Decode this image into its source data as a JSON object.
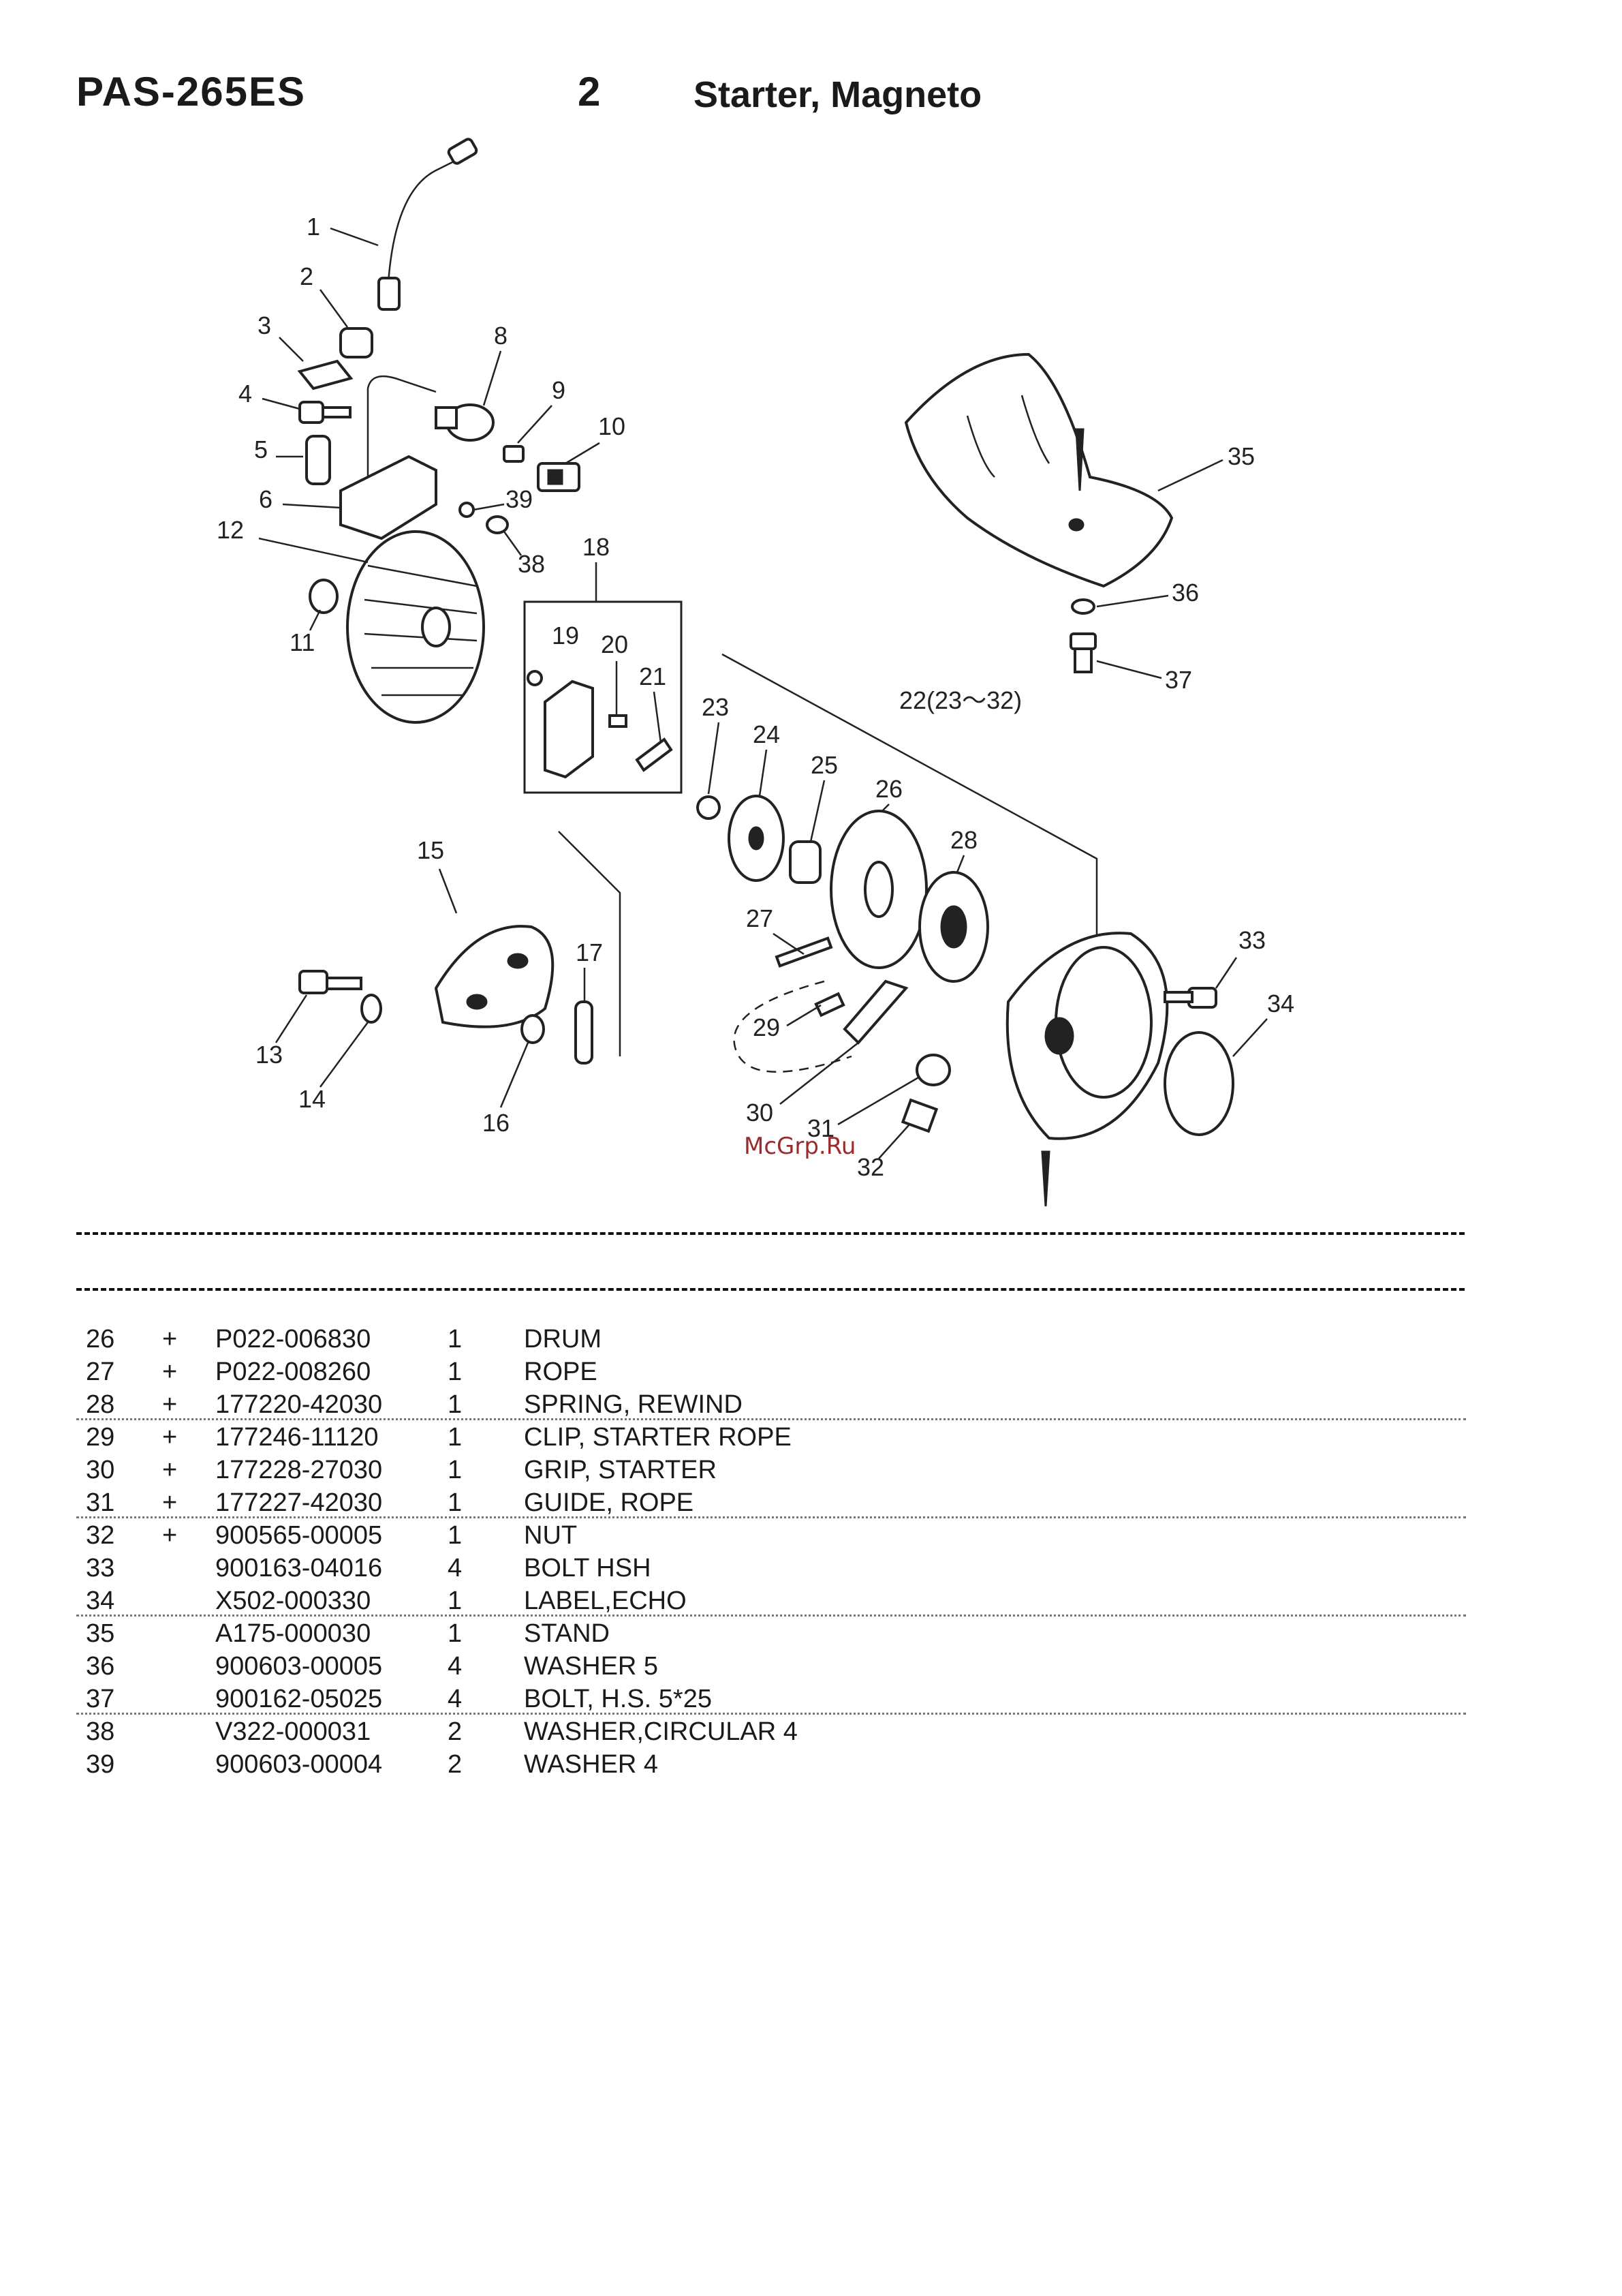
{
  "header": {
    "model": "PAS-265ES",
    "section_number": "2",
    "section_title": "Starter, Magneto"
  },
  "diagram": {
    "callouts": [
      "1",
      "2",
      "3",
      "4",
      "5",
      "6",
      "8",
      "9",
      "10",
      "12",
      "11",
      "18",
      "19",
      "20",
      "21",
      "39",
      "38",
      "15",
      "17",
      "13",
      "14",
      "16",
      "23",
      "24",
      "25",
      "26",
      "22(23～32)",
      "28",
      "27",
      "29",
      "30",
      "31",
      "32",
      "33",
      "34",
      "35",
      "36",
      "37"
    ]
  },
  "watermark": "McGrp.Ru",
  "parts_table": {
    "rows": [
      {
        "no": "26",
        "mark": "+",
        "part_number": "P022-006830",
        "qty": "1",
        "description": "DRUM"
      },
      {
        "no": "27",
        "mark": "+",
        "part_number": "P022-008260",
        "qty": "1",
        "description": "ROPE"
      },
      {
        "no": "28",
        "mark": "+",
        "part_number": "177220-42030",
        "qty": "1",
        "description": "SPRING, REWIND"
      },
      {
        "no": "29",
        "mark": "+",
        "part_number": "177246-11120",
        "qty": "1",
        "description": "CLIP, STARTER ROPE"
      },
      {
        "no": "30",
        "mark": "+",
        "part_number": "177228-27030",
        "qty": "1",
        "description": "GRIP, STARTER"
      },
      {
        "no": "31",
        "mark": "+",
        "part_number": "177227-42030",
        "qty": "1",
        "description": "GUIDE, ROPE"
      },
      {
        "no": "32",
        "mark": "+",
        "part_number": "900565-00005",
        "qty": "1",
        "description": "NUT"
      },
      {
        "no": "33",
        "mark": "",
        "part_number": "900163-04016",
        "qty": "4",
        "description": "BOLT HSH"
      },
      {
        "no": "34",
        "mark": "",
        "part_number": "X502-000330",
        "qty": "1",
        "description": "LABEL,ECHO"
      },
      {
        "no": "35",
        "mark": "",
        "part_number": "A175-000030",
        "qty": "1",
        "description": "STAND"
      },
      {
        "no": "36",
        "mark": "",
        "part_number": "900603-00005",
        "qty": "4",
        "description": "WASHER  5"
      },
      {
        "no": "37",
        "mark": "",
        "part_number": "900162-05025",
        "qty": "4",
        "description": "BOLT, H.S.  5*25"
      },
      {
        "no": "38",
        "mark": "",
        "part_number": "V322-000031",
        "qty": "2",
        "description": "WASHER,CIRCULAR 4"
      },
      {
        "no": "39",
        "mark": "",
        "part_number": "900603-00004",
        "qty": "2",
        "description": "WASHER  4"
      }
    ]
  }
}
